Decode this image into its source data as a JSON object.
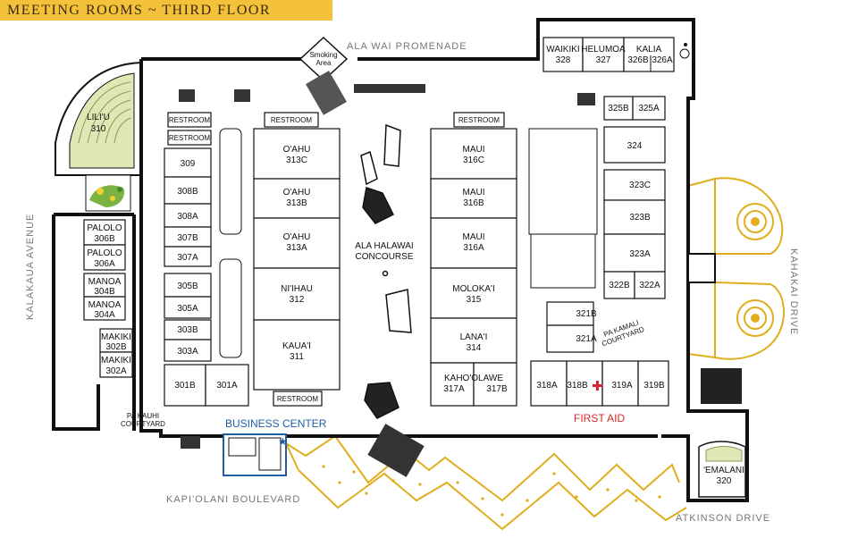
{
  "title": "MEETING ROOMS ~ THIRD FLOOR",
  "streets": {
    "north": "ALA WAI PROMENADE",
    "west": "KALAKAUA AVENUE",
    "east": "KAHAKAI DRIVE",
    "south": "KAPI'OLANI BOULEVARD",
    "southeast": "ATKINSON DRIVE"
  },
  "features": {
    "concourse_1": "ALA HALAWAI",
    "concourse_2": "CONCOURSE",
    "business_center": "BUSINESS CENTER",
    "first_aid": "FIRST AID",
    "courtyard_1": "PA KAUHI",
    "courtyard_2": "COURTYARD",
    "kamali_1": "PA KAMALI",
    "kamali_2": "COURTYARD",
    "smoking_1": "Smoking",
    "smoking_2": "Area",
    "restroom_1": "RESTROOM",
    "restroom_2": "RESTROOM",
    "restroom_3": "RESTROOM",
    "restroom_4": "RESTROOM",
    "restroom_5": "RESTROOM"
  },
  "rooms": {
    "liliu": {
      "name": "LILI'U",
      "num": "310"
    },
    "palolo_b": {
      "name": "PALOLO",
      "num": "306B"
    },
    "palolo_a": {
      "name": "PALOLO",
      "num": "306A"
    },
    "manoa_b": {
      "name": "MANOA",
      "num": "304B"
    },
    "manoa_a": {
      "name": "MANOA",
      "num": "304A"
    },
    "makiki_b": {
      "name": "MAKIKI",
      "num": "302B"
    },
    "makiki_a": {
      "name": "MAKIKI",
      "num": "302A"
    },
    "r309": "309",
    "r308b": "308B",
    "r308a": "308A",
    "r307b": "307B",
    "r307a": "307A",
    "r305b": "305B",
    "r305a": "305A",
    "r303b": "303B",
    "r303a": "303A",
    "r301b": "301B",
    "r301a": "301A",
    "oahu_c": {
      "name": "O'AHU",
      "num": "313C"
    },
    "oahu_b": {
      "name": "O'AHU",
      "num": "313B"
    },
    "oahu_a": {
      "name": "O'AHU",
      "num": "313A"
    },
    "niihau": {
      "name": "NI'IHAU",
      "num": "312"
    },
    "kauai": {
      "name": "KAUA'I",
      "num": "311"
    },
    "maui_c": {
      "name": "MAUI",
      "num": "316C"
    },
    "maui_b": {
      "name": "MAUI",
      "num": "316B"
    },
    "maui_a": {
      "name": "MAUI",
      "num": "316A"
    },
    "molokai": {
      "name": "MOLOKA'I",
      "num": "315"
    },
    "lanai": {
      "name": "LANA'I",
      "num": "314"
    },
    "kahoolawe": {
      "name": "KAHO'OLAWE",
      "num_a": "317A",
      "num_b": "317B"
    },
    "waikiki": {
      "name": "WAIKIKI",
      "num": "328"
    },
    "helumoa": {
      "name": "HELUMOA",
      "num": "327"
    },
    "kalia": {
      "name": "KALIA",
      "num_b": "326B",
      "num_a": "326A"
    },
    "r325b": "325B",
    "r325a": "325A",
    "r324": "324",
    "r323c": "323C",
    "r323b": "323B",
    "r323a": "323A",
    "r322b": "322B",
    "r322a": "322A",
    "r321b": "321B",
    "r321a": "321A",
    "r318a": "318A",
    "r318b": "318B",
    "r319a": "319A",
    "r319b": "319B",
    "emalani": {
      "name": "'EMALANI",
      "num": "320"
    }
  },
  "colors": {
    "title_bar": "#f3c23a",
    "lanai_gold": "#e0ad1c",
    "business_center": "#1f5fa8",
    "first_aid": "#d8262c"
  }
}
